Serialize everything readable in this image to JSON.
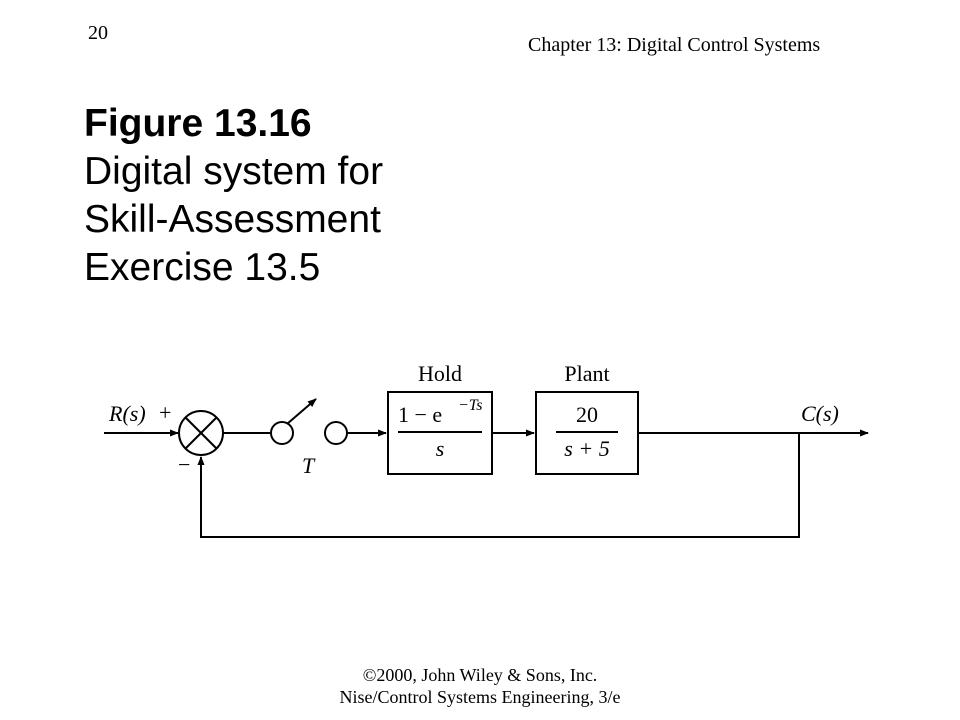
{
  "header": {
    "page_number": "20",
    "chapter": "Chapter 13: Digital Control Systems"
  },
  "figure": {
    "title": "Figure 13.16",
    "caption_lines": [
      "Digital system for",
      "Skill-Assessment",
      "Exercise 13.5"
    ]
  },
  "diagram": {
    "input_label": "R(s)",
    "plus_sign": "+",
    "minus_sign": "−",
    "sampler_label": "T",
    "hold": {
      "label": "Hold",
      "numerator_main": "1 − e",
      "numerator_exponent": "−Ts",
      "denominator": "s"
    },
    "plant": {
      "label": "Plant",
      "numerator": "20",
      "denominator": "s + 5"
    },
    "output_label": "C(s)"
  },
  "footer": {
    "line1": "©2000, John Wiley & Sons, Inc.",
    "line2": "Nise/Control Systems Engineering, 3/e"
  }
}
